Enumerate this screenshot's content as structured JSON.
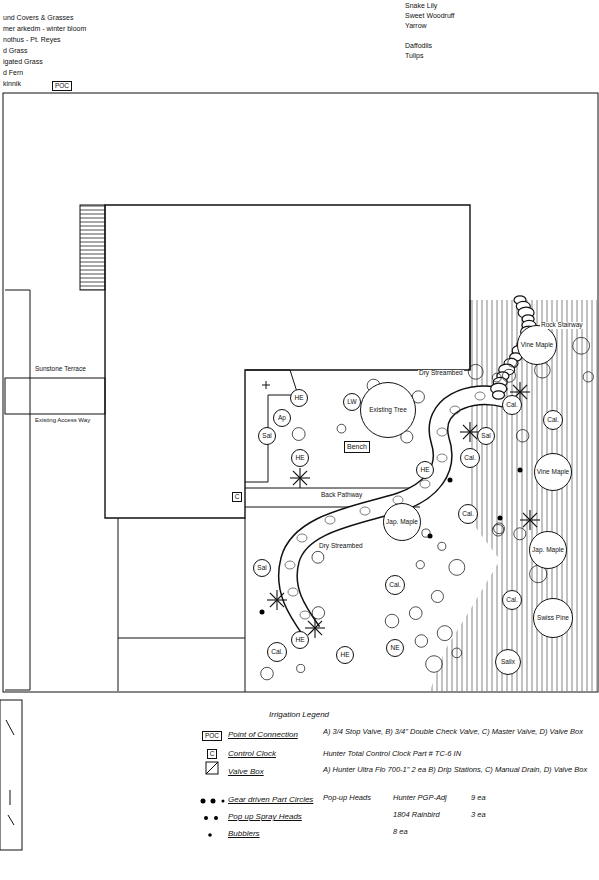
{
  "diagram": {
    "nodes": [
      {
        "text": [
          "POC"
        ]
      },
      {
        "text": [
          "Vine Maple"
        ]
      },
      {
        "text": [
          "Existing Tree"
        ]
      },
      {
        "text": [
          "HE"
        ]
      },
      {
        "text": [
          "LW"
        ]
      },
      {
        "text": [
          "Cal."
        ]
      },
      {
        "text": [
          "Ap"
        ]
      },
      {
        "text": [
          "Cal."
        ]
      },
      {
        "text": [
          "Sal"
        ]
      },
      {
        "text": [
          "Sal"
        ]
      },
      {
        "text": [
          "Bench"
        ]
      },
      {
        "text": [
          "Cal."
        ]
      },
      {
        "text": [
          "HE"
        ]
      },
      {
        "text": [
          "Vine Maple"
        ]
      },
      {
        "text": [
          "HE"
        ]
      },
      {
        "text": [
          "C"
        ]
      },
      {
        "text": [
          "Cal."
        ]
      },
      {
        "text": [
          "Jap. Maple"
        ]
      },
      {
        "text": [
          "Jap. Maple"
        ]
      },
      {
        "text": [
          "Sal"
        ]
      },
      {
        "text": [
          "Cal."
        ]
      },
      {
        "text": [
          "Cal."
        ]
      },
      {
        "text": [
          "Swiss Pine"
        ]
      },
      {
        "text": [
          "HE"
        ]
      },
      {
        "text": [
          "Cal."
        ]
      },
      {
        "text": [
          "HE"
        ]
      },
      {
        "text": [
          "NE"
        ]
      },
      {
        "text": [
          "Salix"
        ]
      },
      {
        "text": [
          "POC"
        ]
      },
      {
        "text": [
          "C"
        ]
      }
    ],
    "labels": [
      "und Covers & Grasses",
      "mer arkedm - winter bloom",
      "nothus - Pt. Reyes",
      "d Grass",
      "igated Grass",
      "d Fern",
      "kinnik",
      "Snake Lily",
      "Sweet Woodruff",
      "Yarrow",
      "Daffodils",
      "Tulips",
      "Sunstone Terrace",
      "Existing Access Way",
      "Rock Stairway",
      "Dry Streambed",
      "Dry Streambed",
      "Back Pathway",
      "Irrigation Legend",
      "A) 3/4 Stop Valve, B) 3/4\" Double Check Valve, C) Master Valve, D) Valve Box",
      "Hunter Total Control Clock Part # TC-6 IN",
      "A) Hunter Ultra Flo 700-1\" 2 ea B) Drip Stations, C) Manual Drain, D) Valve Box",
      "Pop-up Heads",
      "Hunter PGP-Adj",
      "9 ea",
      "1804 Rainbird",
      "3 ea",
      "8 ea"
    ],
    "legend": [
      {
        "text": "Point of Connection"
      },
      {
        "text": "Control Clock"
      },
      {
        "text": "Valve Box"
      },
      {
        "text": "Gear driven Part Circles"
      },
      {
        "text": "Pop up Spray Heads"
      },
      {
        "text": "Bubblers"
      }
    ]
  }
}
